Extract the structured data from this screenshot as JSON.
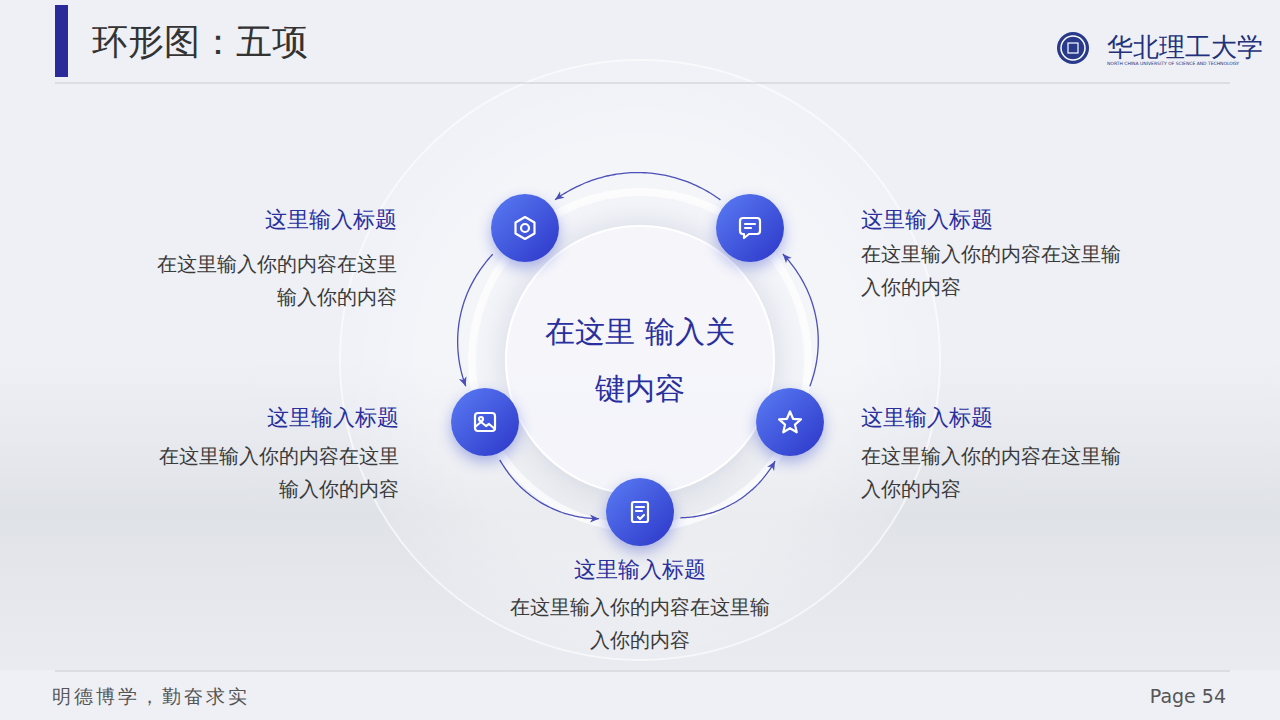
{
  "diagram": {
    "title": "环形图：五项",
    "nodes": [
      {
        "text": [
          "在这里 输入关键内容"
        ]
      },
      {
        "text": [
          "这里输入标题",
          "在这里输入你的内容在这里 输入你的内容"
        ]
      },
      {
        "text": [
          "这里输入标题",
          "在这里输入你的内容在这里输 入你的内容"
        ]
      },
      {
        "text": [
          "这里输入标题",
          "在这里输入你的内容在这里 输入你的内容"
        ]
      },
      {
        "text": [
          "这里输入标题",
          "在这里输入你的内容在这里输 入你的内容"
        ]
      },
      {
        "text": [
          "这里输入标题",
          "在这里输入你的内容在这里输 入你的内容"
        ]
      }
    ],
    "edges": [
      {
        "from": 2,
        "to": 1,
        "arrow": "to"
      },
      {
        "from": 1,
        "to": 3,
        "arrow": "to"
      },
      {
        "from": 3,
        "to": 5,
        "arrow": "to"
      },
      {
        "from": 5,
        "to": 4,
        "arrow": "to"
      },
      {
        "from": 4,
        "to": 2,
        "arrow": "to"
      }
    ],
    "labels": [
      "华北理工大学",
      "NORTH CHINA UNIVERSITY OF SCIENCE AND TECHNOLOGY",
      "明德博学，勤奋求实",
      "Page 54"
    ]
  }
}
